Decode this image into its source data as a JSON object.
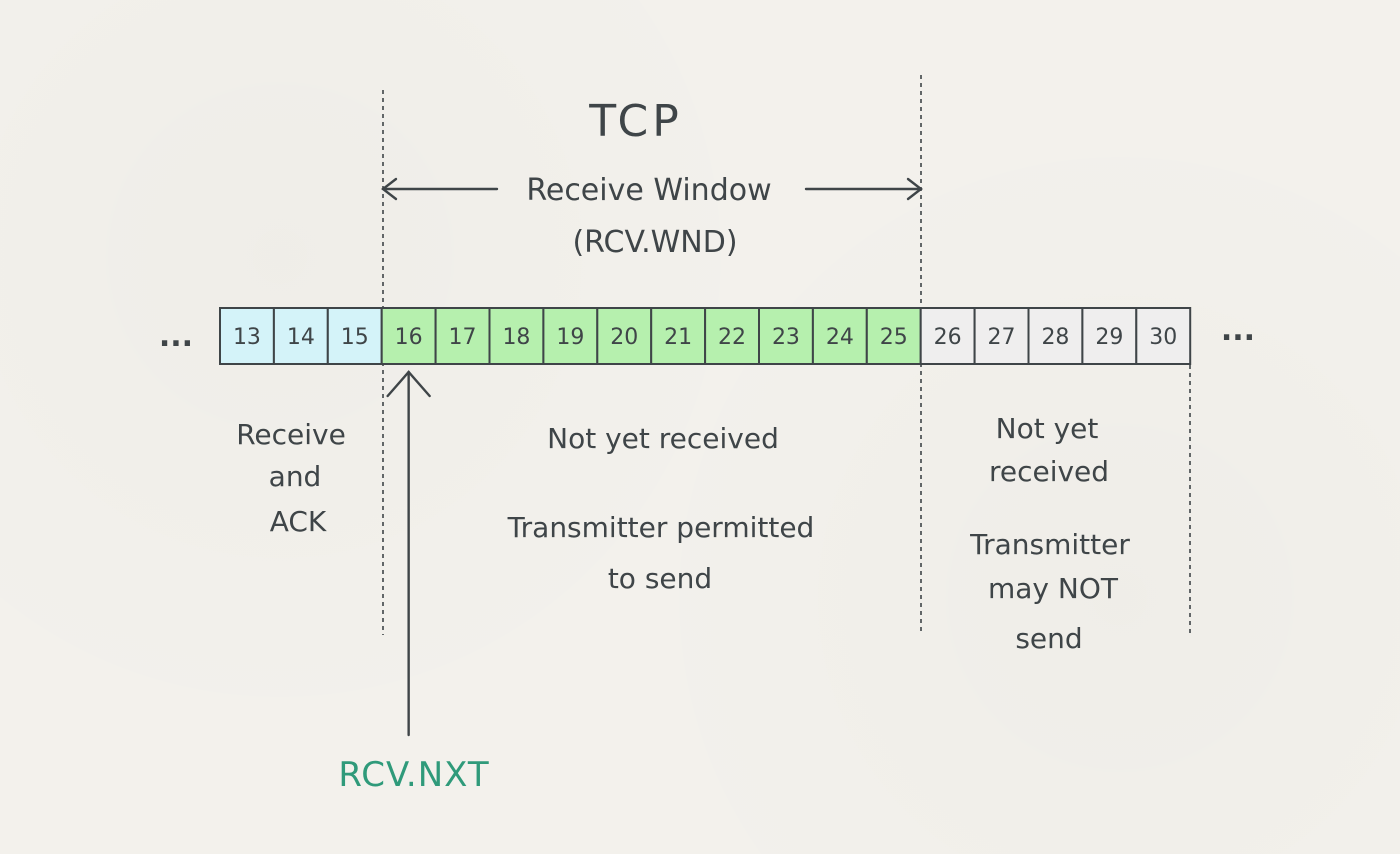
{
  "title": "TCP",
  "window_label": "Receive Window",
  "window_sub": "(RCV.WND)",
  "ellipsis_left": "...",
  "ellipsis_right": "...",
  "cells": [
    {
      "label": "13",
      "group": "acked"
    },
    {
      "label": "14",
      "group": "acked"
    },
    {
      "label": "15",
      "group": "acked"
    },
    {
      "label": "16",
      "group": "window"
    },
    {
      "label": "17",
      "group": "window"
    },
    {
      "label": "18",
      "group": "window"
    },
    {
      "label": "19",
      "group": "window"
    },
    {
      "label": "20",
      "group": "window"
    },
    {
      "label": "21",
      "group": "window"
    },
    {
      "label": "22",
      "group": "window"
    },
    {
      "label": "23",
      "group": "window"
    },
    {
      "label": "24",
      "group": "window"
    },
    {
      "label": "25",
      "group": "window"
    },
    {
      "label": "26",
      "group": "outside"
    },
    {
      "label": "27",
      "group": "outside"
    },
    {
      "label": "28",
      "group": "outside"
    },
    {
      "label": "29",
      "group": "outside"
    },
    {
      "label": "30",
      "group": "outside"
    }
  ],
  "colors": {
    "acked": "#d4f3f9",
    "window": "#b6f0ae",
    "outside": "#efeeee",
    "stroke": "#3f4548",
    "pointer_label": "#2f9a7a"
  },
  "regions": {
    "acked": {
      "lines": [
        "Receive",
        "and",
        "ACK"
      ]
    },
    "window": {
      "status": "Not yet received",
      "permission": [
        "Transmitter permitted",
        "to send"
      ]
    },
    "outside": {
      "status": [
        "Not yet",
        "received"
      ],
      "permission": [
        "Transmitter",
        "may NOT",
        "send"
      ]
    }
  },
  "pointer": {
    "label": "RCV.NXT",
    "cell_index": 3
  }
}
